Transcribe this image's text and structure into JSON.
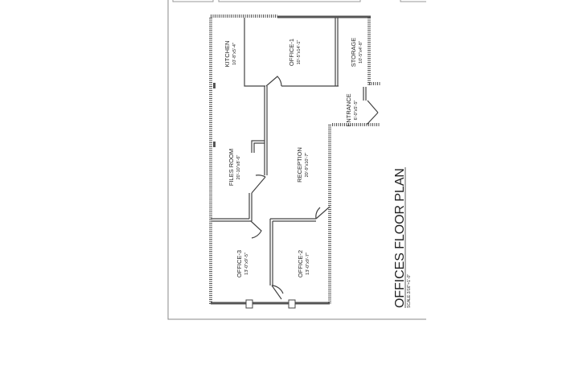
{
  "title": "OFFICES FLOOR PLAN",
  "scale": "SCALE:3/16\"=1'-0\"",
  "rooms": [
    {
      "name": "KITCHEN",
      "size": "10'-8\"x5'-4\""
    },
    {
      "name": "OFFICE-1",
      "size": "10'-5\"x14'-1\""
    },
    {
      "name": "STORAGE",
      "size": "10'-5\"x4'-8\""
    },
    {
      "name": "ENTRANCE",
      "size": "6'-0\"x5'-5\""
    },
    {
      "name": "FILES ROOM",
      "size": "20'-10\"x8'-6\""
    },
    {
      "name": "RECEPTION",
      "size": "20'-9\"x10'-7\""
    },
    {
      "name": "OFFICE-3",
      "size": "13'-0\"x9'-5\""
    },
    {
      "name": "OFFICE-2",
      "size": "13'-0\"x9'-7\""
    }
  ]
}
